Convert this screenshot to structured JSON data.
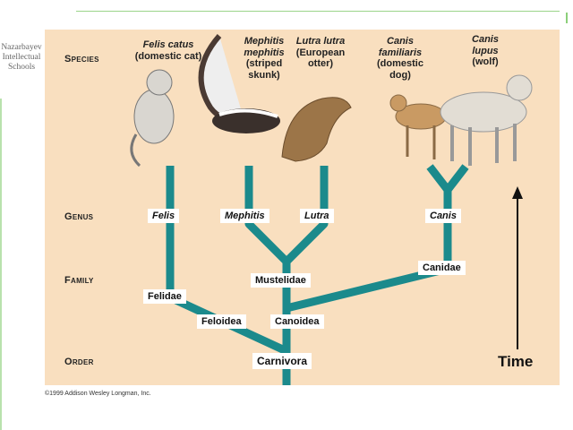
{
  "logo": {
    "lines": [
      "Nazarbayev",
      "Intellectual",
      "Schools"
    ]
  },
  "ranks": {
    "species": "Species",
    "genus": "Genus",
    "family": "Family",
    "order": "Order"
  },
  "species": [
    {
      "latin": "Felis catus",
      "common": "(domestic cat)"
    },
    {
      "latin": "Mephitis mephitis",
      "common": "(striped skunk)"
    },
    {
      "latin": "Lutra lutra",
      "common": "(European otter)"
    },
    {
      "latin": "Canis familiaris",
      "common": "(domestic dog)"
    },
    {
      "latin": "Canis lupus",
      "common": "(wolf)"
    }
  ],
  "genus": [
    "Felis",
    "Mephitis",
    "Lutra",
    "Canis"
  ],
  "family": [
    "Felidae",
    "Mustelidae",
    "Canidae"
  ],
  "superfamily": [
    "Feloidea",
    "Canoidea"
  ],
  "order": "Carnivora",
  "time_label": "Time",
  "copyright": "©1999 Addison Wesley Longman, Inc.",
  "colors": {
    "panel": "#f9dfbf",
    "branch": "#1b8a8c"
  }
}
